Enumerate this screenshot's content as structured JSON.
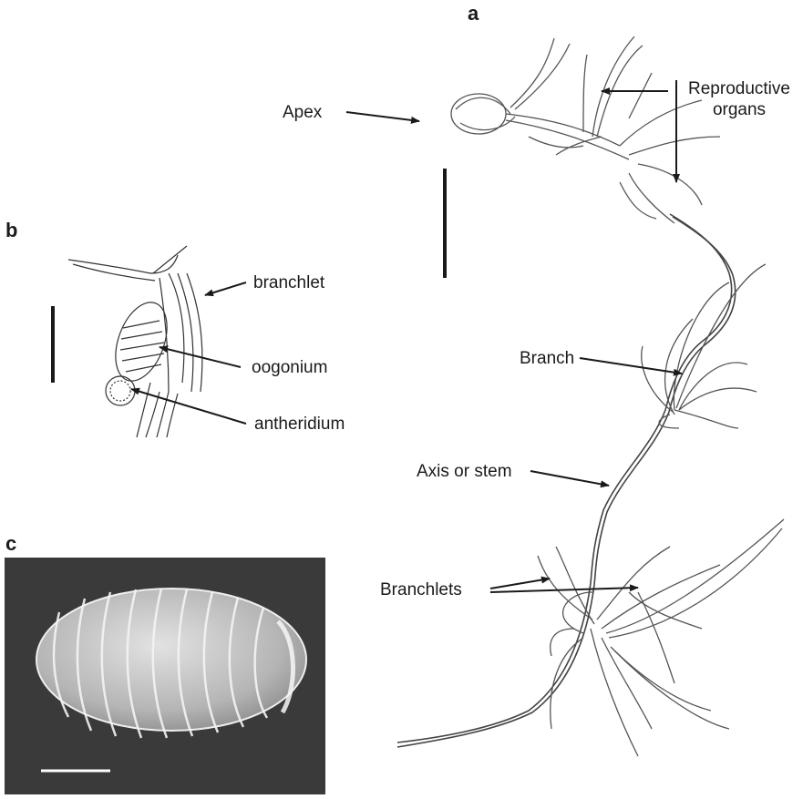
{
  "panels": {
    "a": {
      "letter": "a",
      "labels": {
        "apex": "Apex",
        "reproductive_organs_line1": "Reproductive",
        "reproductive_organs_line2": "organs",
        "branch": "Branch",
        "axis_or_stem": "Axis or stem",
        "branchlets": "Branchlets"
      }
    },
    "b": {
      "letter": "b",
      "labels": {
        "branchlet": "branchlet",
        "oogonium": "oogonium",
        "antheridium": "antheridium"
      }
    },
    "c": {
      "letter": "c"
    }
  },
  "colors": {
    "ink": "#1a1a1a",
    "sem_background": "#3a3a3a",
    "sem_specimen": "#bdbdbd"
  }
}
